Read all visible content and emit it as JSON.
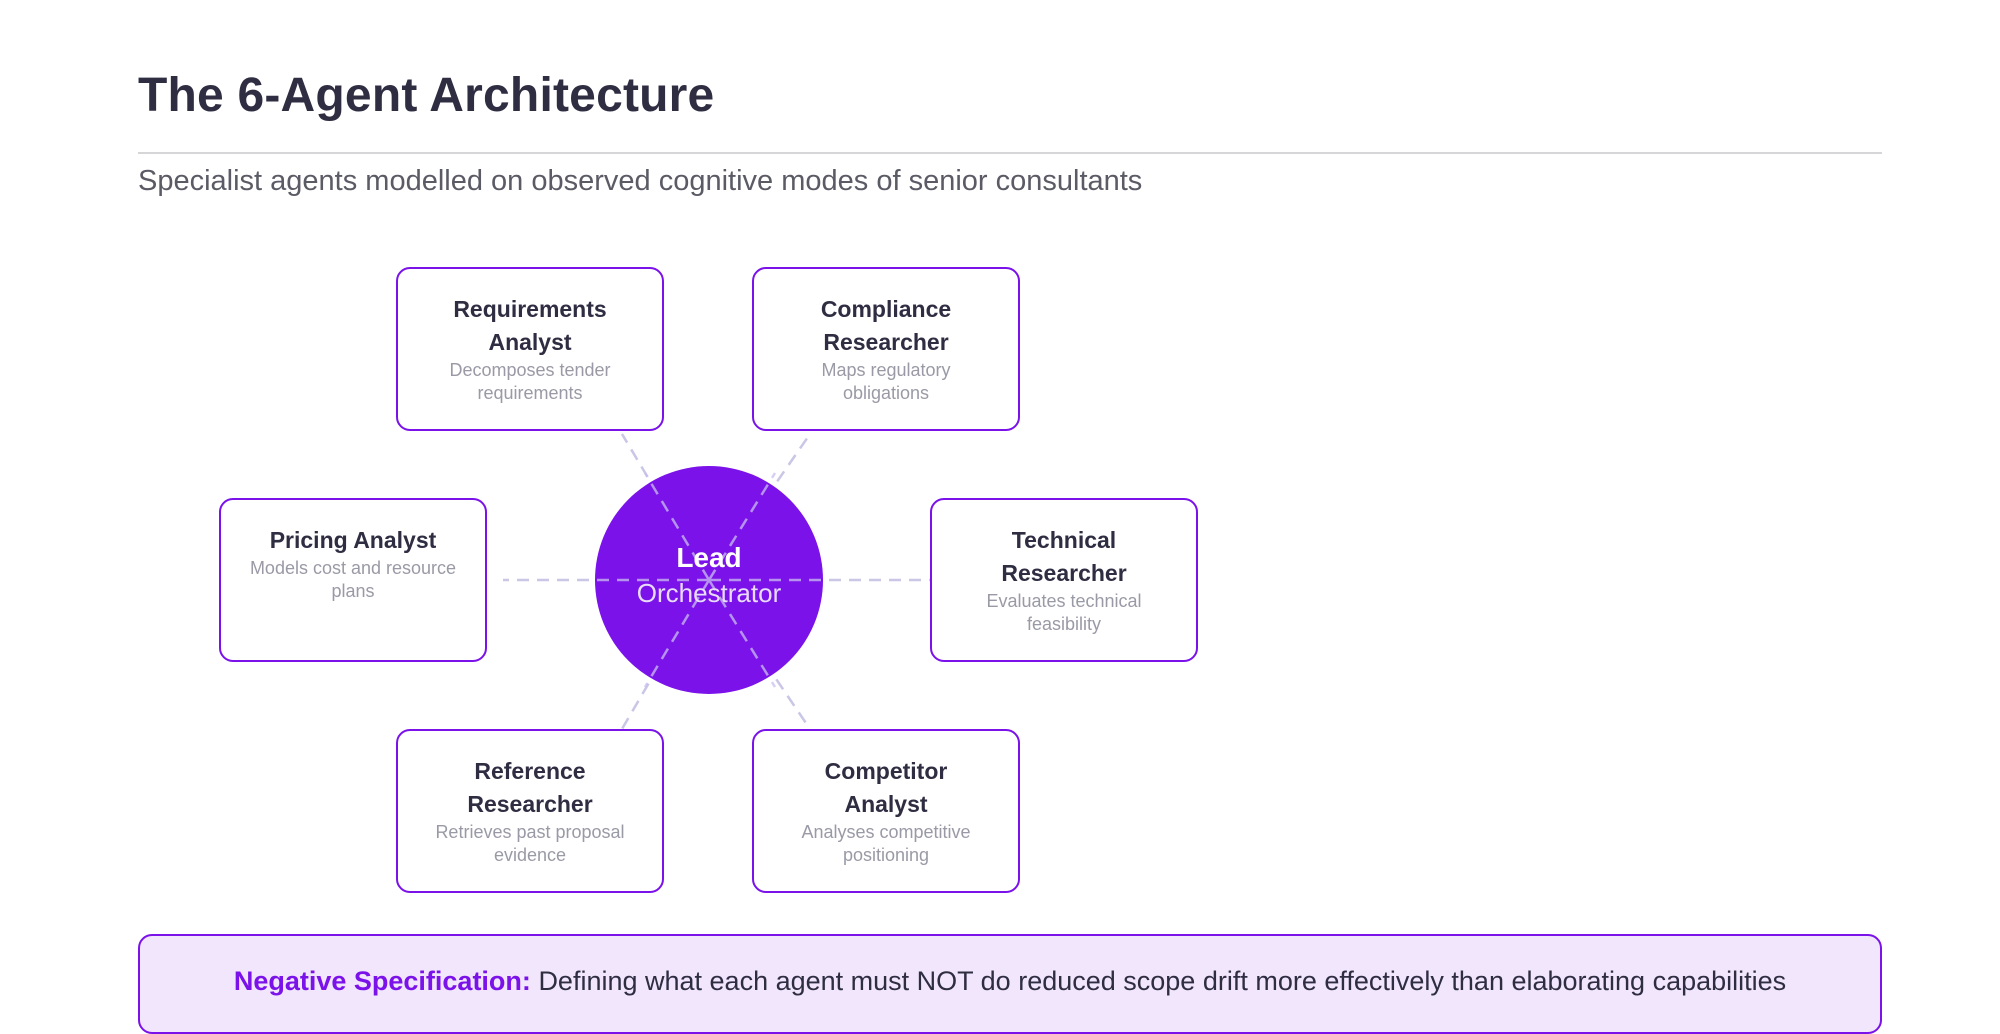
{
  "header": {
    "title": "The 6-Agent Architecture",
    "subtitle": "Specialist agents modelled on observed cognitive modes of senior consultants"
  },
  "hub": {
    "title": "Lead",
    "subtitle": "Orchestrator",
    "color": "#7a12e9"
  },
  "agents": [
    {
      "name": "Requirements Analyst",
      "description": "Decomposes tender requirements"
    },
    {
      "name": "Compliance Researcher",
      "description": "Maps regulatory obligations"
    },
    {
      "name": "Pricing Analyst",
      "description": "Models cost and resource plans"
    },
    {
      "name": "Technical Researcher",
      "description": "Evaluates technical feasibility"
    },
    {
      "name": "Reference Researcher",
      "description": "Retrieves past proposal evidence"
    },
    {
      "name": "Competitor Analyst",
      "description": "Analyses competitive positioning"
    }
  ],
  "callout": {
    "label": "Negative Specification:",
    "text": "Defining what each agent must NOT do reduced scope drift more effectively than elaborating capabilities",
    "background": "#f1e6fc",
    "border": "#7a12e9"
  },
  "colors": {
    "accent": "#7a12e9",
    "title_text": "#2f2d42",
    "muted_text": "#9a9aa6",
    "connector": "#c9c6e6"
  }
}
